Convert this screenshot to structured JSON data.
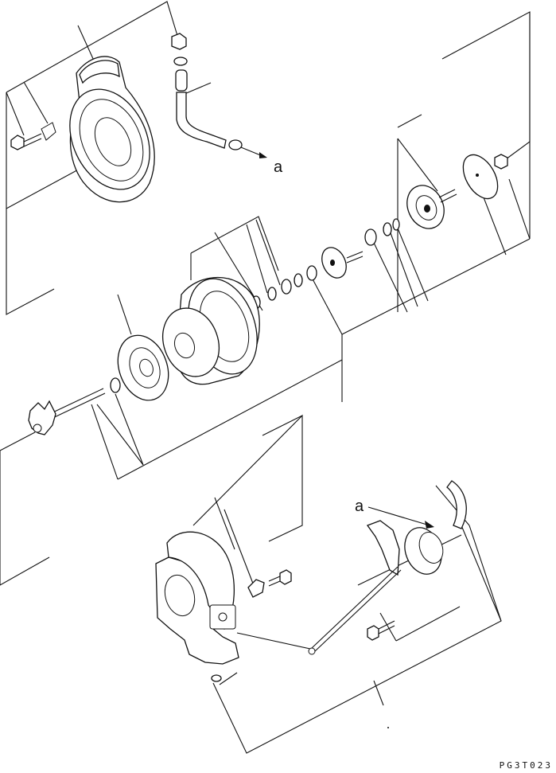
{
  "callouts": {
    "a_top": "a",
    "a_bottom": "a"
  },
  "drawing_code": "PG3T023"
}
